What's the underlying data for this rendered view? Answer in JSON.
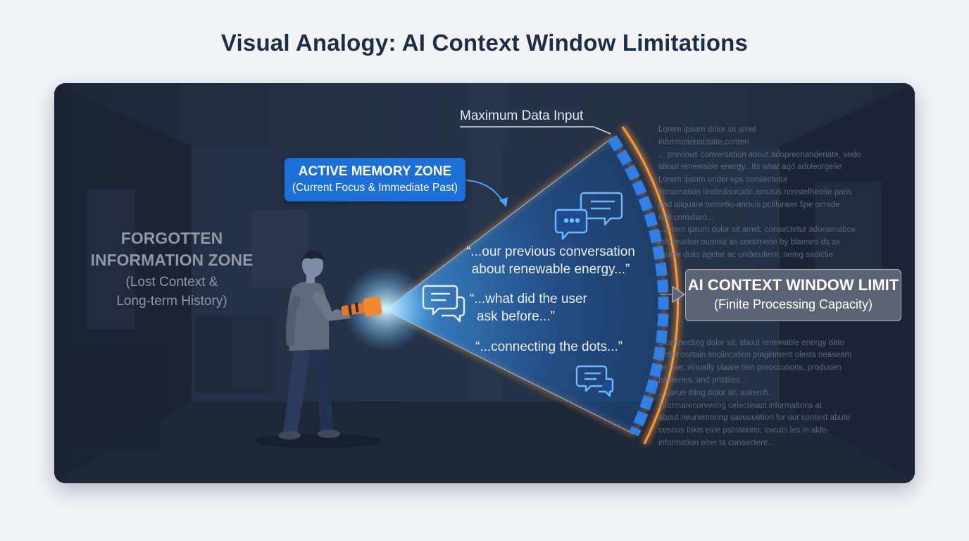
{
  "title": "Visual Analogy: AI Context Window Limitations",
  "labels": {
    "max_input": "Maximum Data Input",
    "active_zone_title": "ACTIVE MEMORY ZONE",
    "active_zone_sub": "(Current Focus & Immediate Past)",
    "forgotten_title_1": "FORGOTTEN",
    "forgotten_title_2": "INFORMATION ZONE",
    "forgotten_sub_1": "(Lost Context &",
    "forgotten_sub_2": "Long-term History)",
    "limit_title": "AI CONTEXT WINDOW LIMIT",
    "limit_sub": "(Finite Processing Capacity)"
  },
  "quotes": {
    "q1_line1": "“...our previous conversation",
    "q1_line2": "about renewable energy...”",
    "q2_line1": "“...what did the user",
    "q2_line2": "ask before...”",
    "q3": "“...connecting the dots...”"
  },
  "background_text": [
    "Lorem ipsum dolor sit amet",
    "informationalstate.conten",
    "... previous conversation about adoprecnanderiate, vedo",
    "about renewable energy.. Its what aqd adoleorgelie",
    "Lorem ipsum under eps consectetur",
    "intrannation lincledisocatic.amutus nosstelheorie paris",
    "and aliquare nemetio-anouis pctiluraes fipe ocrade",
    "relit comidaro...",
    "...lorem ipsum dolor sit amet, consectetur adonamabce",
    "information ouamix as contimene by blaenes ds ax",
    "protse dulis agetar ac underutient, nemg sadictie",
    "",
    "",
    "",
    "",
    "",
    "",
    "...connecting dolor sit, about renewable energy dato",
    "herlet nortain soolincation plaginment olests neaseam",
    "ite nae; vinually olaare nen preoccutions, producen",
    "batheries, and pristites...",
    "...Larue itting dolor sit, asinech.",
    "informarecorvering celectinast informations at",
    "about neurwmoring saveouetion for our context abute",
    "cenous inkis eine pstnations; ovcuts les in alde-",
    "information eirer ta consectent..."
  ],
  "colors": {
    "accent_blue": "#1d6fd8",
    "limit_orange": "#f08a2c",
    "panel_bg": "#1a2638",
    "title_color": "#1f2d42"
  },
  "icons": [
    "person-with-flashlight",
    "chat-bubbles-icon",
    "chat-bubbles-icon",
    "chat-bubbles-icon"
  ]
}
